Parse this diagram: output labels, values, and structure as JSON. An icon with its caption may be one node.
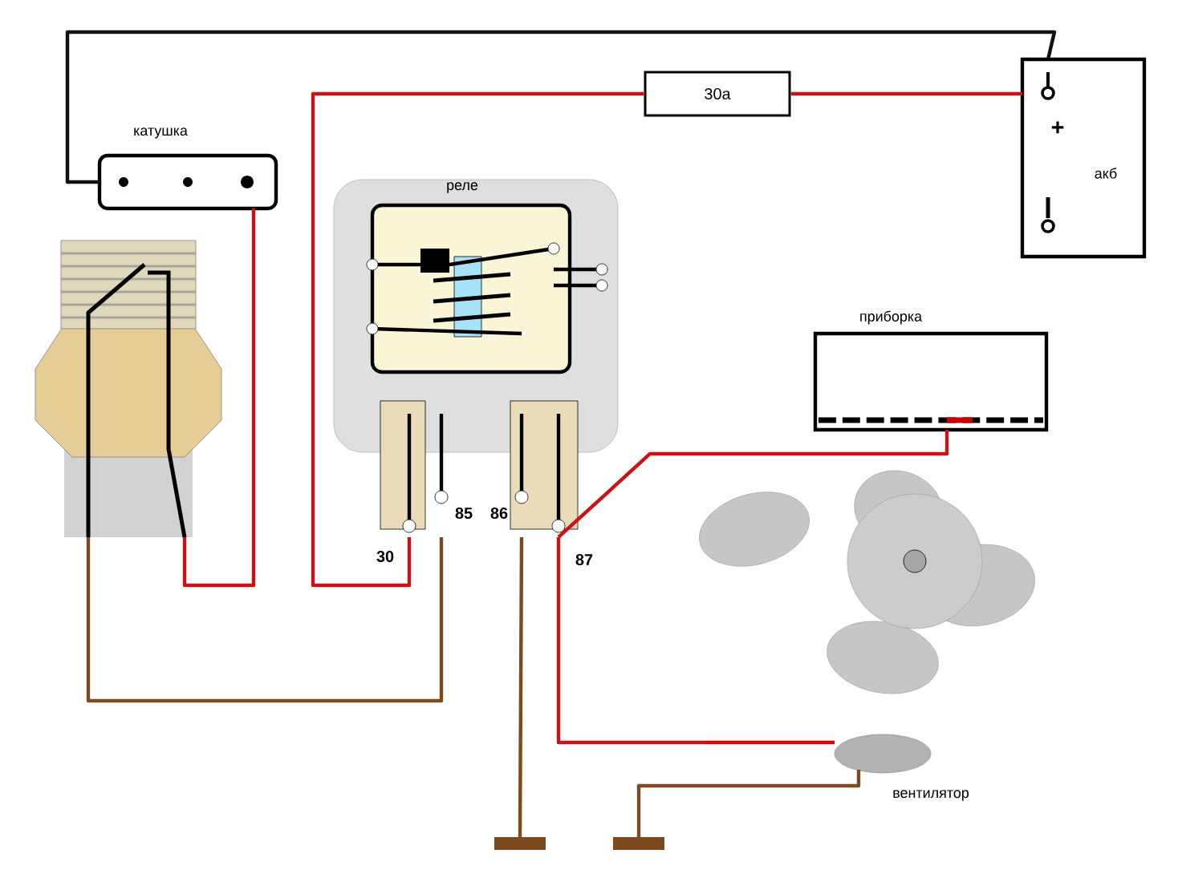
{
  "diagram": {
    "nodes": [
      {
        "text": [
          "катушка"
        ]
      },
      {
        "text": [],
        "shape": "picture"
      },
      {
        "text": [
          "реле"
        ],
        "beside": [
          "30",
          "85",
          "86",
          "87"
        ]
      },
      {
        "text": [
          "30a"
        ]
      },
      {
        "text": [
          "+",
          "акб"
        ]
      },
      {
        "text": [
          "приборка"
        ]
      },
      {
        "text": [
          "вентилятор"
        ]
      },
      {
        "text": [],
        "shape": "bar"
      },
      {
        "text": [],
        "shape": "bar"
      }
    ],
    "edges": [
      {
        "from": 4,
        "to": 0,
        "arrow": "none",
        "color": "#111111"
      },
      {
        "from": 2,
        "to": 3,
        "arrow": "none"
      },
      {
        "from": 3,
        "to": 4,
        "arrow": "none"
      },
      {
        "from": 0,
        "to": 1,
        "arrow": "none"
      },
      {
        "from": 1,
        "to": 2,
        "arrow": "none",
        "color": "#7b4a1e"
      },
      {
        "from": 2,
        "to": 7,
        "arrow": "none",
        "color": "#7b4a1e"
      },
      {
        "from": 2,
        "to": 5,
        "arrow": "none"
      },
      {
        "from": 2,
        "to": 6,
        "arrow": "none"
      },
      {
        "from": 6,
        "to": 8,
        "arrow": "none",
        "color": "#7b4a1e"
      }
    ]
  }
}
